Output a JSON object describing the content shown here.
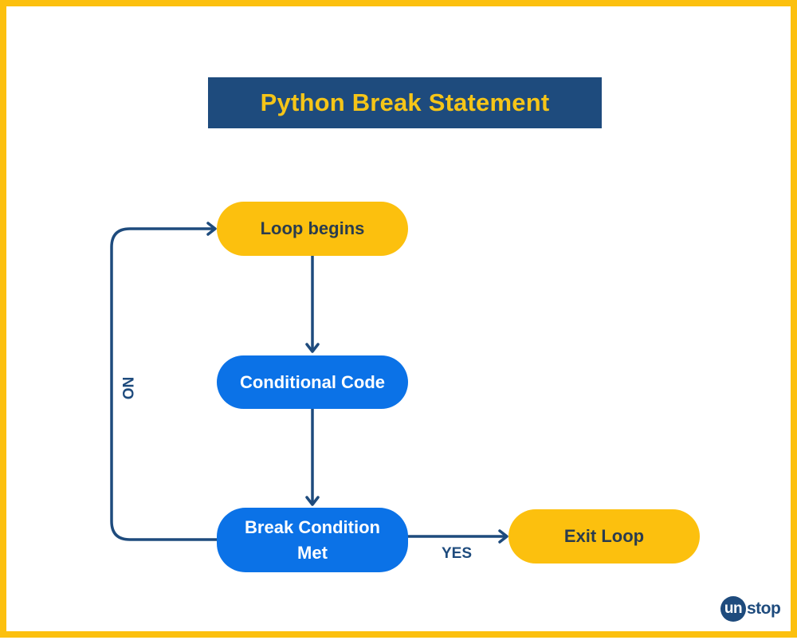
{
  "title": "Python Break Statement",
  "nodes": {
    "loop_begins": "Loop begins",
    "conditional_code": "Conditional Code",
    "break_condition": "Break Condition Met",
    "exit_loop": "Exit Loop"
  },
  "edge_labels": {
    "no": "NO",
    "yes": "YES"
  },
  "logo": {
    "circle_text": "un",
    "rest_text": "stop"
  },
  "colors": {
    "frame_border": "#fcc00e",
    "title_bg": "#1e4b7d",
    "title_text": "#f5c518",
    "yellow_node": "#fcc00e",
    "blue_node": "#0b72e7",
    "arrow": "#1e4b7d"
  }
}
